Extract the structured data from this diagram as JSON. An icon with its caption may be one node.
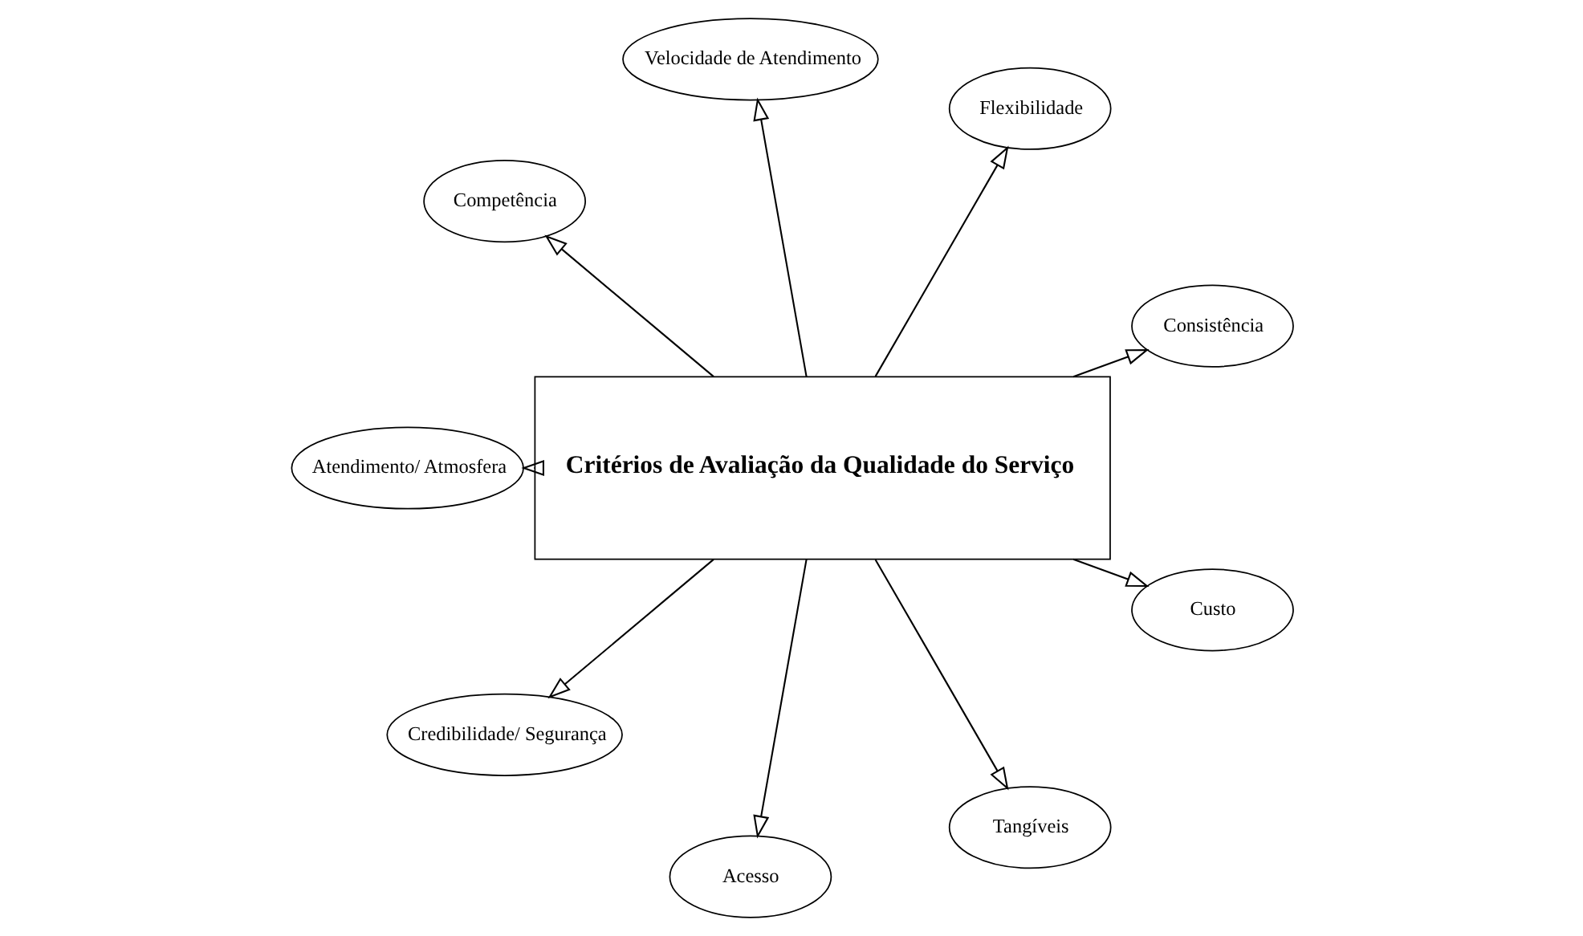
{
  "diagram": {
    "nodes": [
      {
        "text": [
          "Critérios de Avaliação da Qualidade do Serviço"
        ]
      },
      {
        "text": [
          "Consistência"
        ]
      },
      {
        "text": [
          "Flexibilidade"
        ]
      },
      {
        "text": [
          "Velocidade de Atendimento"
        ]
      },
      {
        "text": [
          "Competência"
        ]
      },
      {
        "text": [
          "Atendimento/ Atmosfera"
        ]
      },
      {
        "text": [
          "Credibilidade/ Segurança"
        ]
      },
      {
        "text": [
          "Acesso"
        ]
      },
      {
        "text": [
          "Tangíveis"
        ]
      },
      {
        "text": [
          "Custo"
        ]
      }
    ],
    "edges": [
      {
        "from": 0,
        "to": 1,
        "arrow": "to"
      },
      {
        "from": 0,
        "to": 3,
        "arrow": "to"
      },
      {
        "from": 0,
        "to": 5,
        "arrow": "to"
      },
      {
        "from": 0,
        "to": 7,
        "arrow": "to"
      },
      {
        "from": 0,
        "to": 9,
        "arrow": "to"
      },
      {
        "from": 0,
        "to": 8,
        "arrow": "to"
      },
      {
        "from": 0,
        "to": 6,
        "arrow": "to"
      },
      {
        "from": 0,
        "to": 4,
        "arrow": "to"
      },
      {
        "from": 0,
        "to": 2,
        "arrow": "to"
      }
    ]
  }
}
